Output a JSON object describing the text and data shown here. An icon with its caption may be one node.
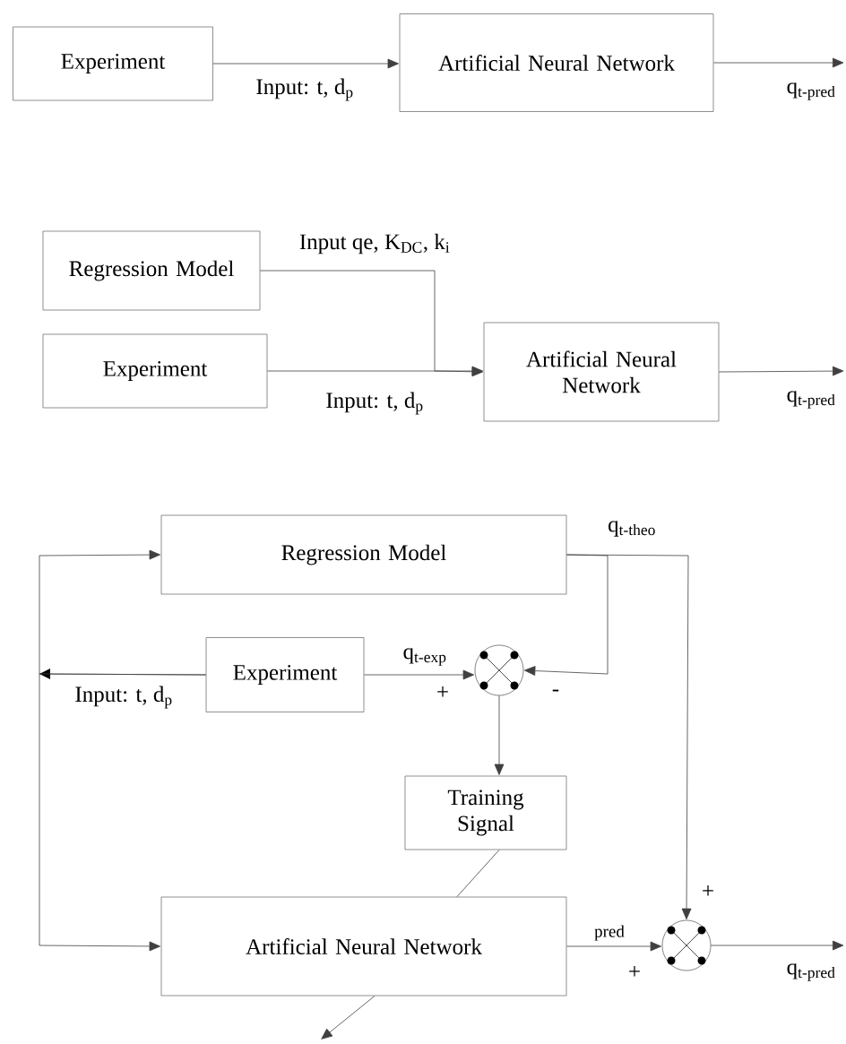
{
  "diagram": {
    "nodes": [
      {
        "text": [
          "Experiment"
        ]
      },
      {
        "text": [
          "Artificial Neural Network"
        ]
      },
      {
        "text": [
          "Regression Model"
        ]
      },
      {
        "text": [
          "Experiment"
        ]
      },
      {
        "text": [
          "Artificial Neural Network"
        ]
      },
      {
        "text": [
          "Regression Model"
        ]
      },
      {
        "text": [
          "Experiment"
        ]
      },
      {
        "text": [],
        "shape": "circle"
      },
      {
        "text": [
          "Training Signal"
        ]
      },
      {
        "text": [
          "Artificial Neural Network"
        ]
      },
      {
        "text": [],
        "shape": "circle"
      }
    ],
    "edges": [
      {
        "from": 0,
        "to": 1,
        "arrow": "to",
        "label": "Input: t, d$_{p}$"
      },
      {
        "from": 1,
        "to": null,
        "arrow": "to",
        "label": "q$_{t-pred}$"
      },
      {
        "from": 2,
        "to": 4,
        "arrow": "to",
        "label": "Input qe, K$_{DC}$, k$_{i}$"
      },
      {
        "from": 3,
        "to": 4,
        "arrow": "to",
        "label": "Input: t, d$_{p}$"
      },
      {
        "from": 4,
        "to": null,
        "arrow": "to",
        "label": "q$_{t-pred}$"
      },
      {
        "from": 6,
        "to": 5,
        "arrow": "to",
        "label": "Input: t, d$_{p}$"
      },
      {
        "from": 6,
        "to": 9,
        "arrow": "to"
      },
      {
        "from": 5,
        "to": 7,
        "arrow": "to",
        "label": "q$_{t-theo}$"
      },
      {
        "from": 5,
        "to": 10,
        "arrow": "to"
      },
      {
        "from": 6,
        "to": 7,
        "arrow": "to",
        "label": "q$_{t-exp}$"
      },
      {
        "from": 7,
        "to": 8,
        "arrow": "to"
      },
      {
        "from": 8,
        "to": 9,
        "arrow": "none"
      },
      {
        "from": 9,
        "to": 10,
        "arrow": "to",
        "label": "pred"
      },
      {
        "from": 10,
        "to": null,
        "arrow": "to",
        "label": "q$_{t-pred}$"
      },
      {
        "from": 9,
        "to": null,
        "arrow": "to"
      }
    ],
    "labels": [
      "+",
      "-",
      "+",
      "+"
    ]
  }
}
